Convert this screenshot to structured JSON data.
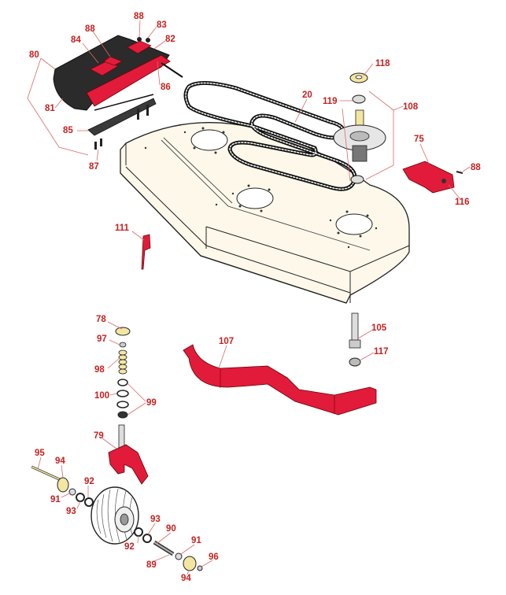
{
  "labels": {
    "p80": "80",
    "p81": "81",
    "p84": "84",
    "p88a": "88",
    "p88b": "88",
    "p83": "83",
    "p82": "82",
    "p86": "86",
    "p85": "85",
    "p87": "87",
    "p20": "20",
    "p118": "118",
    "p119": "119",
    "p108": "108",
    "p75": "75",
    "p88c": "88",
    "p116": "116",
    "p111": "111",
    "p78": "78",
    "p97": "97",
    "p98": "98",
    "p100": "100",
    "p99": "99",
    "p79": "79",
    "p107": "107",
    "p105": "105",
    "p117": "117",
    "p95": "95",
    "p94a": "94",
    "p92a": "92",
    "p91a": "91",
    "p93a": "93",
    "p93b": "93",
    "p90": "90",
    "p92b": "92",
    "p91b": "91",
    "p89": "89",
    "p96": "96",
    "p94b": "94"
  },
  "colors": {
    "deck": "#fdf8ea",
    "red": "#e21b3a",
    "dark": "#2a2a2a",
    "label": "#c8201e",
    "brass": "#f3e6a0"
  }
}
